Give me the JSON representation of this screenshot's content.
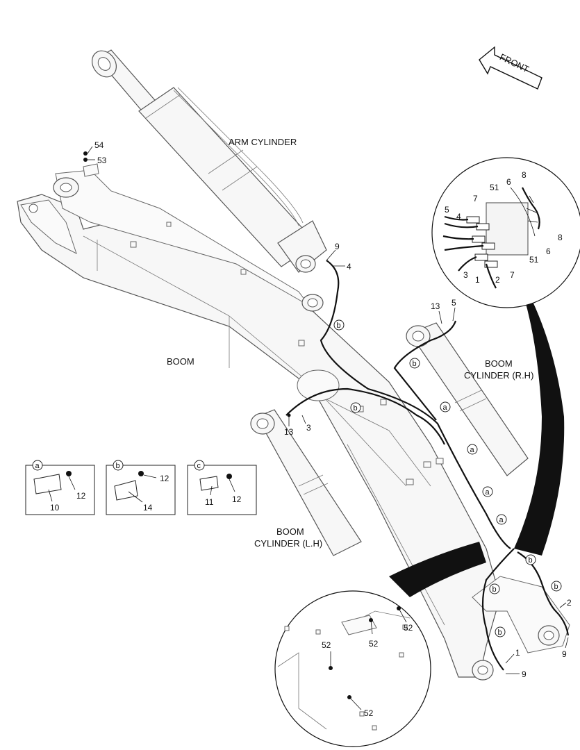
{
  "direction_label": "FRONT",
  "labels": {
    "arm_cylinder": "ARM CYLINDER",
    "boom": "BOOM",
    "boom_cylinder_rh_line1": "BOOM",
    "boom_cylinder_rh_line2": "CYLINDER (R.H)",
    "boom_cylinder_lh_line1": "BOOM",
    "boom_cylinder_lh_line2": "CYLINDER (L.H)"
  },
  "part_numbers": {
    "p54": "54",
    "p53": "53",
    "p9a": "9",
    "p4a": "4",
    "p13a": "13",
    "p5a": "5",
    "p13b": "13",
    "p3a": "3",
    "p1a": "1",
    "p9b": "9",
    "p2a": "2",
    "p9c": "9",
    "detail_8a": "8",
    "detail_6a": "6",
    "detail_51a": "51",
    "detail_7a": "7",
    "detail_5": "5",
    "detail_4": "4",
    "detail_8b": "8",
    "detail_6b": "6",
    "detail_51b": "51",
    "detail_3": "3",
    "detail_1": "1",
    "detail_2": "2",
    "detail_7b": "7",
    "lower_52a": "52",
    "lower_52b": "52",
    "lower_52c": "52",
    "lower_52d": "52"
  },
  "callouts": {
    "b1": "b",
    "b2": "b",
    "b3": "b",
    "a1": "a",
    "a2": "a",
    "a3": "a",
    "a4": "a",
    "b4": "b",
    "b5": "b",
    "b6": "b",
    "b7": "b"
  },
  "clamp_details": [
    {
      "key": "a",
      "parts": [
        "10",
        "12"
      ]
    },
    {
      "key": "b",
      "parts": [
        "14",
        "12"
      ]
    },
    {
      "key": "c",
      "parts": [
        "11",
        "12"
      ]
    }
  ]
}
